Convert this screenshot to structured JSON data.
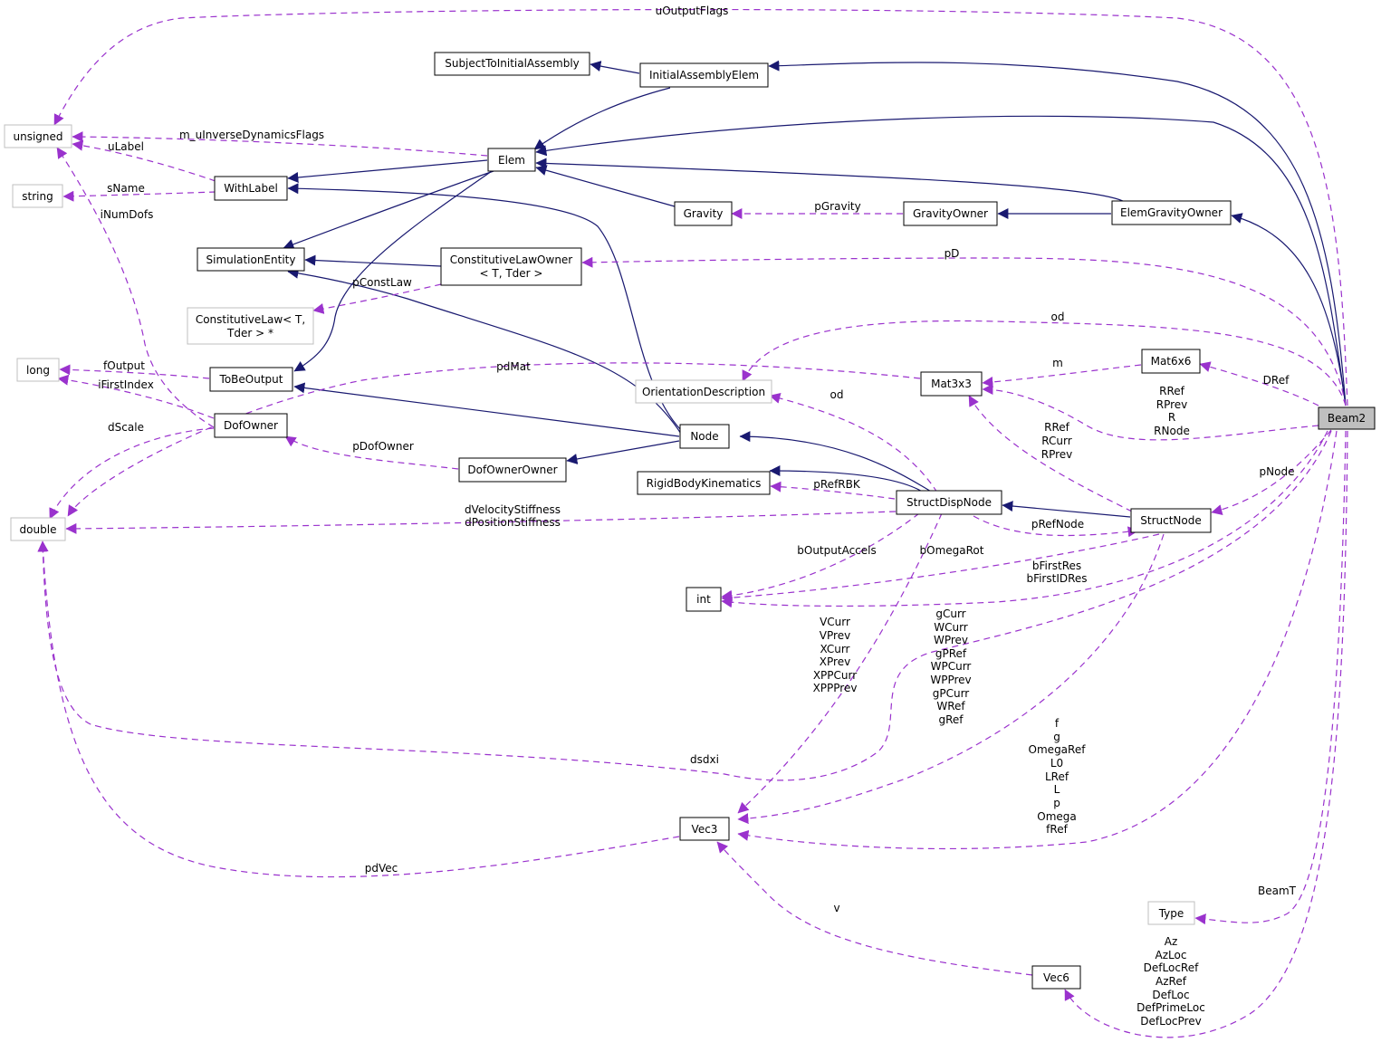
{
  "nodes": {
    "beam2": "Beam2",
    "subject_to_initial_assembly": "SubjectToInitialAssembly",
    "initial_assembly_elem": "InitialAssemblyElem",
    "unsigned": "unsigned",
    "elem": "Elem",
    "string": "string",
    "with_label": "WithLabel",
    "gravity": "Gravity",
    "gravity_owner": "GravityOwner",
    "elem_gravity_owner": "ElemGravityOwner",
    "simulation_entity": "SimulationEntity",
    "constitutive_law_owner": [
      "ConstitutiveLawOwner",
      "< T, Tder >"
    ],
    "constitutive_law": [
      "ConstitutiveLaw< T,",
      "Tder > *"
    ],
    "mat6x6": "Mat6x6",
    "long": "long",
    "to_be_output": "ToBeOutput",
    "mat3x3": "Mat3x3",
    "orientation_description": "OrientationDescription",
    "dof_owner": "DofOwner",
    "node": "Node",
    "dof_owner_owner": "DofOwnerOwner",
    "rigid_body_kinematics": "RigidBodyKinematics",
    "struct_disp_node": "StructDispNode",
    "struct_node": "StructNode",
    "double": "double",
    "int": "int",
    "vec3": "Vec3",
    "type": "Type",
    "vec6": "Vec6"
  },
  "edge_labels": {
    "u_output_flags": "uOutputFlags",
    "m_u_inverse_dynamics_flags": "m_uInverseDynamicsFlags",
    "u_label": "uLabel",
    "s_name": "sName",
    "i_num_dofs": "iNumDofs",
    "p_gravity": "pGravity",
    "p_d": "pD",
    "p_const_law": "pConstLaw",
    "od_top": "od",
    "pd_mat": "pdMat",
    "f_output": "fOutput",
    "m": "m",
    "d_ref": "DRef",
    "i_first_index": "iFirstIndex",
    "od_mid": "od",
    "r_group_beam": [
      "RRef",
      "RPrev",
      "R",
      "RNode"
    ],
    "r_group_struct": [
      "RRef",
      "RCurr",
      "RPrev"
    ],
    "d_scale": "dScale",
    "p_dof_owner": "pDofOwner",
    "p_ref_rbk": "pRefRBK",
    "p_node": "pNode",
    "stiffness": [
      "dVelocityStiffness",
      "dPositionStiffness"
    ],
    "p_ref_node": "pRefNode",
    "b_output_accels": "bOutputAccels",
    "b_omega_rot": "bOmegaRot",
    "b_first_res": [
      "bFirstRes",
      "bFirstIDRes"
    ],
    "v_group": [
      "VCurr",
      "VPrev",
      "XCurr",
      "XPrev",
      "XPPCurr",
      "XPPPrev"
    ],
    "g_group": [
      "gCurr",
      "WCurr",
      "WPrev",
      "gPRef",
      "WPCurr",
      "WPPrev",
      "gPCurr",
      "WRef",
      "gRef"
    ],
    "f_group": [
      "f",
      "g",
      "OmegaRef",
      "L0",
      "LRef",
      "L",
      "p",
      "Omega",
      "fRef"
    ],
    "dsdxi": "dsdxi",
    "pd_vec": "pdVec",
    "beam_t": "BeamT",
    "v": "v",
    "az_group": [
      "Az",
      "AzLoc",
      "DefLocRef",
      "AzRef",
      "DefLoc",
      "DefPrimeLoc",
      "DefLocPrev"
    ]
  },
  "colors": {
    "inheritance": "#191970",
    "usage": "#9a32cd",
    "highlight_fill": "#bfbfbf",
    "external_border": "#bfbfbf"
  }
}
